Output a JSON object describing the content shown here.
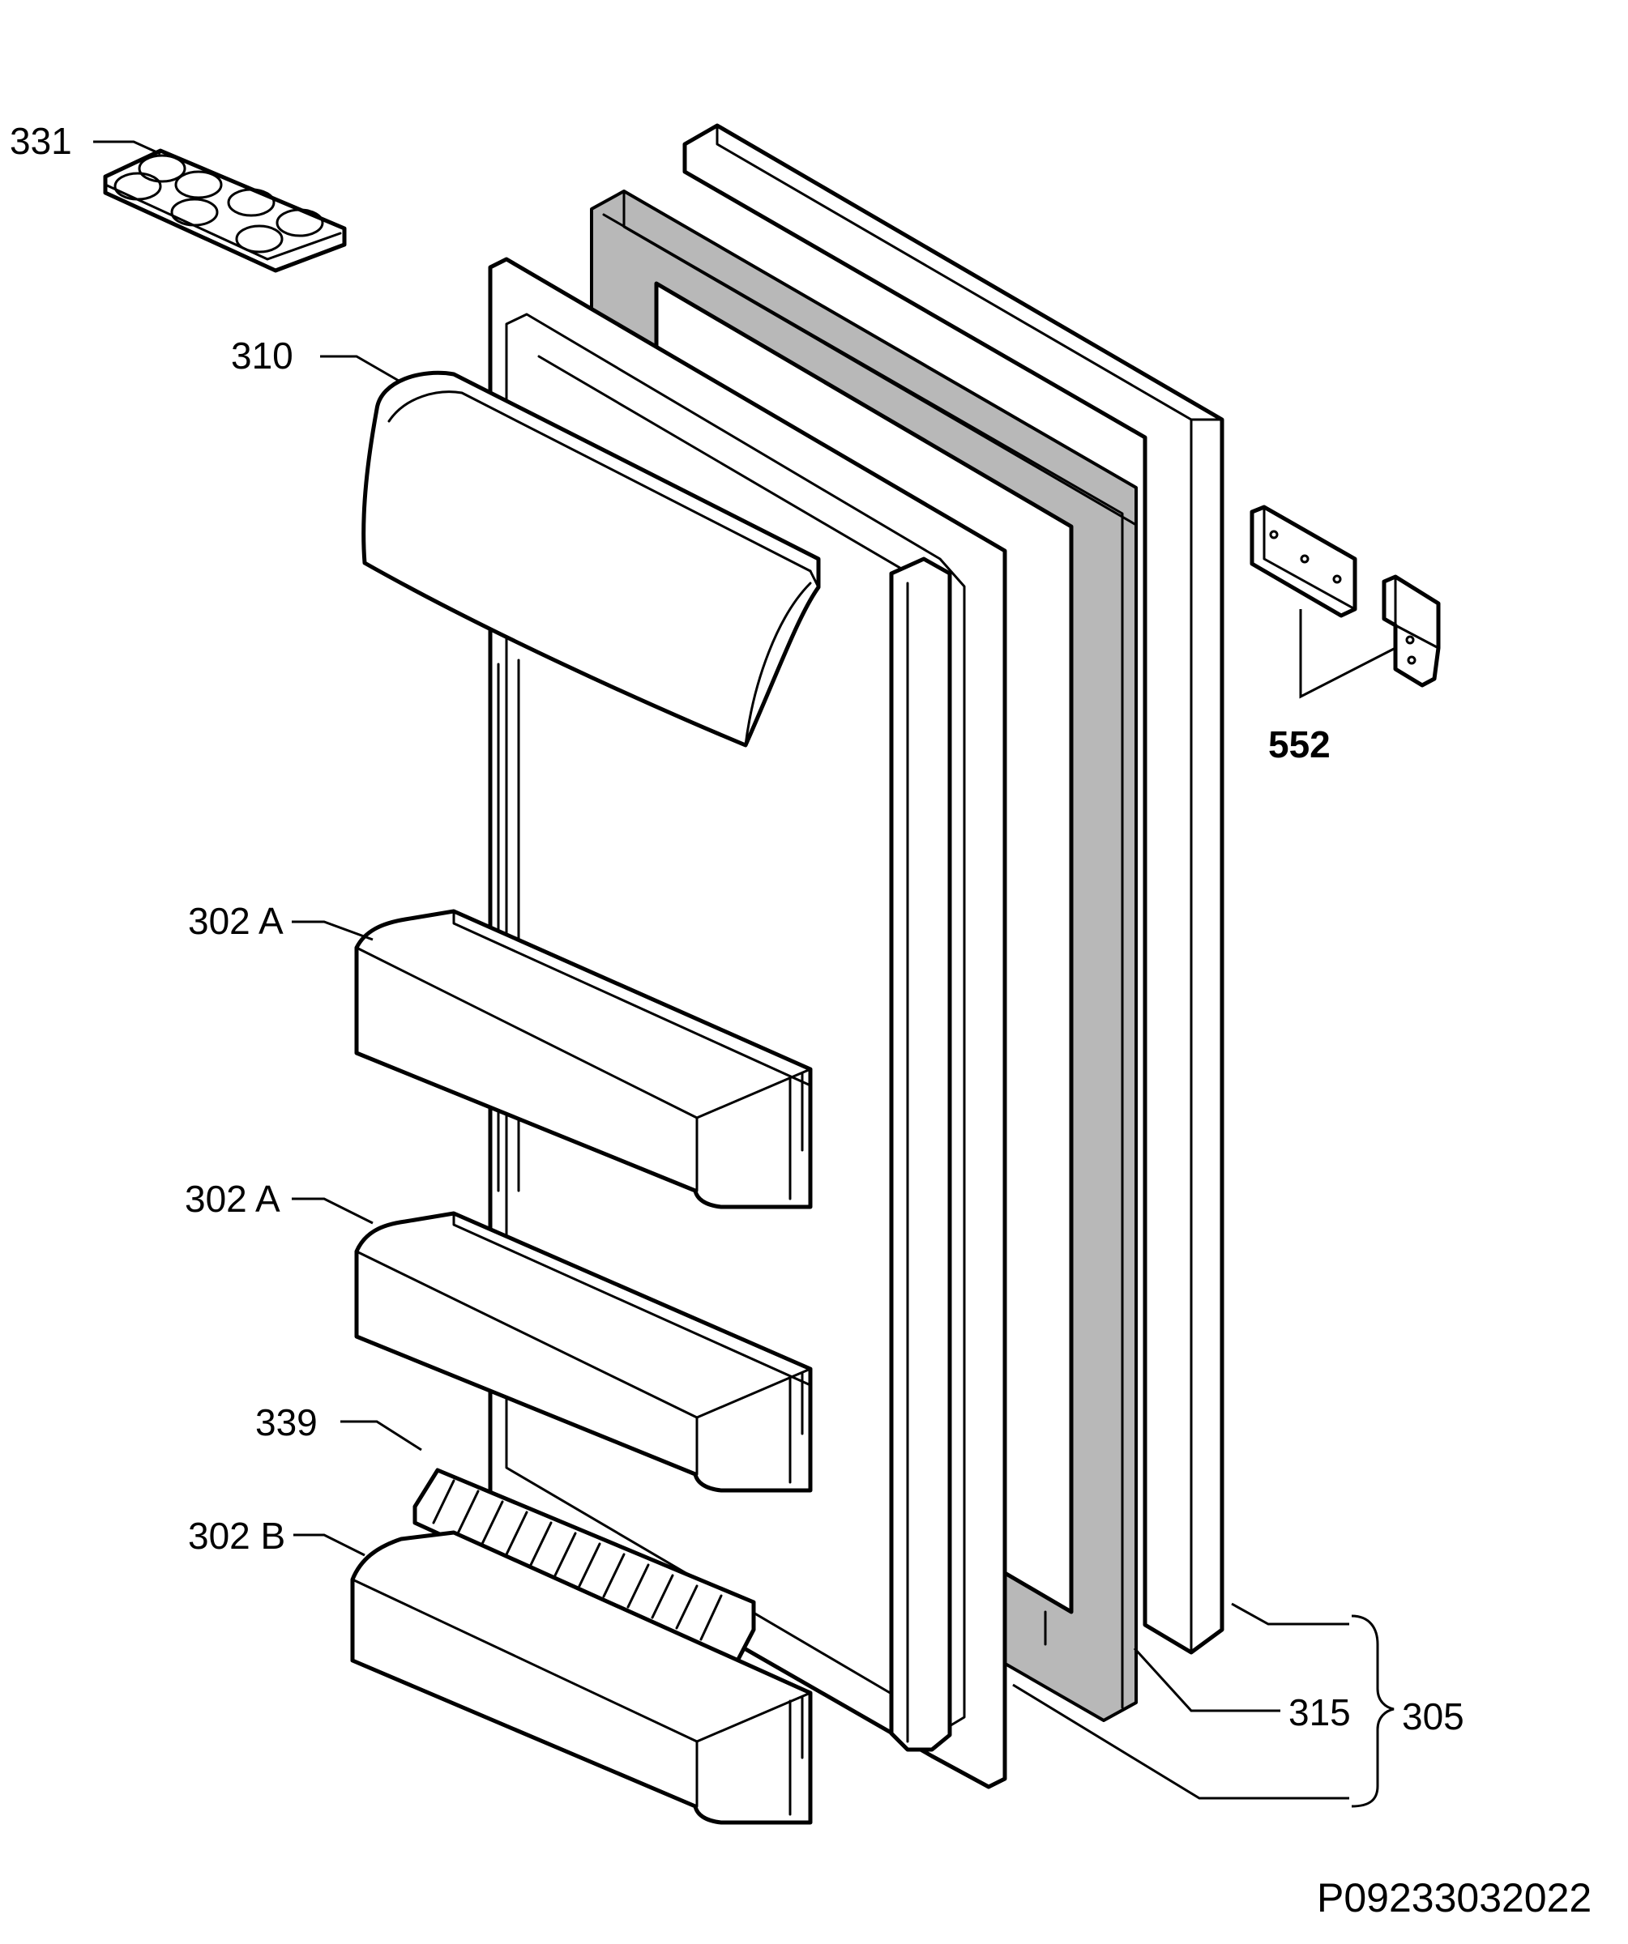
{
  "callouts": {
    "egg_tray": "331",
    "dairy_shelf": "310",
    "door_shelf_upper": "302 A",
    "door_shelf_middle": "302 A",
    "bottle_retainer": "339",
    "door_shelf_lower": "302 B",
    "hinge_set": "552",
    "gasket": "315",
    "door_assembly": "305"
  },
  "drawing_code": "P09233032022",
  "colors": {
    "line": "#000000",
    "gasket_fill": "#b8b8b8",
    "background": "#ffffff"
  }
}
